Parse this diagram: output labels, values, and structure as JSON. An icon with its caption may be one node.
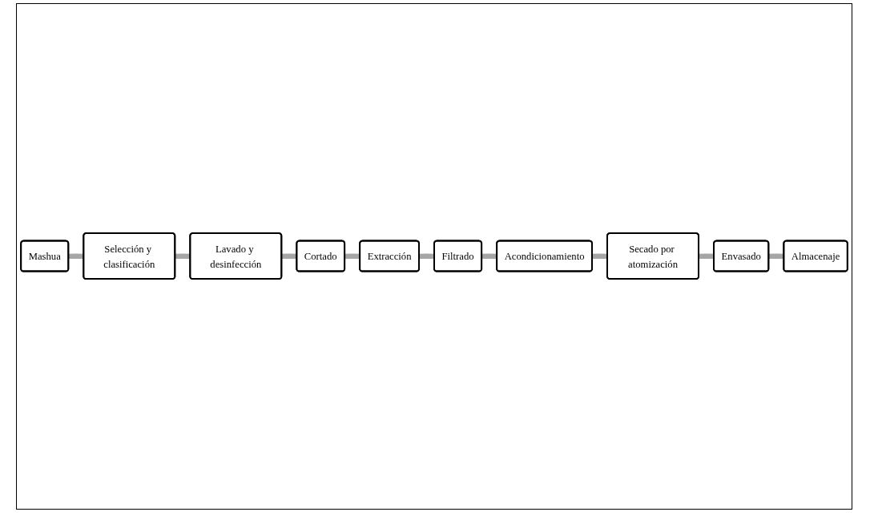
{
  "diagram": {
    "nodes": [
      {
        "text": [
          "Mashua"
        ]
      },
      {
        "text": [
          "Selección y clasificación"
        ]
      },
      {
        "text": [
          "Lavado y desinfección"
        ]
      },
      {
        "text": [
          "Cortado"
        ]
      },
      {
        "text": [
          "Extracción"
        ]
      },
      {
        "text": [
          "Filtrado"
        ]
      },
      {
        "text": [
          "Acondicionamiento"
        ]
      },
      {
        "text": [
          "Secado por atomización"
        ]
      },
      {
        "text": [
          "Envasado"
        ]
      },
      {
        "text": [
          "Almacenaje"
        ]
      }
    ],
    "edges": [
      {
        "from": 0,
        "to": 1,
        "arrow": "none"
      },
      {
        "from": 1,
        "to": 2,
        "arrow": "none"
      },
      {
        "from": 2,
        "to": 3,
        "arrow": "none"
      },
      {
        "from": 3,
        "to": 4,
        "arrow": "none"
      },
      {
        "from": 4,
        "to": 5,
        "arrow": "none"
      },
      {
        "from": 5,
        "to": 6,
        "arrow": "none"
      },
      {
        "from": 6,
        "to": 7,
        "arrow": "none"
      },
      {
        "from": 7,
        "to": 8,
        "arrow": "none"
      },
      {
        "from": 8,
        "to": 9,
        "arrow": "none"
      }
    ]
  }
}
